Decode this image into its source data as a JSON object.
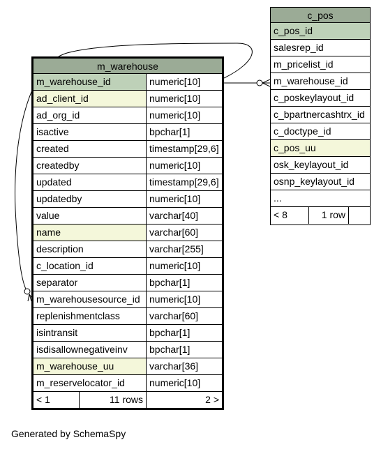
{
  "tables": {
    "m_warehouse": {
      "name": "m_warehouse",
      "columns": [
        {
          "name": "m_warehouse_id",
          "type": "numeric[10]",
          "kind": "pk"
        },
        {
          "name": "ad_client_id",
          "type": "numeric[10]",
          "kind": "index"
        },
        {
          "name": "ad_org_id",
          "type": "numeric[10]",
          "kind": ""
        },
        {
          "name": "isactive",
          "type": "bpchar[1]",
          "kind": ""
        },
        {
          "name": "created",
          "type": "timestamp[29,6]",
          "kind": ""
        },
        {
          "name": "createdby",
          "type": "numeric[10]",
          "kind": ""
        },
        {
          "name": "updated",
          "type": "timestamp[29,6]",
          "kind": ""
        },
        {
          "name": "updatedby",
          "type": "numeric[10]",
          "kind": ""
        },
        {
          "name": "value",
          "type": "varchar[40]",
          "kind": ""
        },
        {
          "name": "name",
          "type": "varchar[60]",
          "kind": "index"
        },
        {
          "name": "description",
          "type": "varchar[255]",
          "kind": ""
        },
        {
          "name": "c_location_id",
          "type": "numeric[10]",
          "kind": ""
        },
        {
          "name": "separator",
          "type": "bpchar[1]",
          "kind": ""
        },
        {
          "name": "m_warehousesource_id",
          "type": "numeric[10]",
          "kind": ""
        },
        {
          "name": "replenishmentclass",
          "type": "varchar[60]",
          "kind": ""
        },
        {
          "name": "isintransit",
          "type": "bpchar[1]",
          "kind": ""
        },
        {
          "name": "isdisallownegativeinv",
          "type": "bpchar[1]",
          "kind": ""
        },
        {
          "name": "m_warehouse_uu",
          "type": "varchar[36]",
          "kind": "index"
        },
        {
          "name": "m_reservelocator_id",
          "type": "numeric[10]",
          "kind": ""
        }
      ],
      "footer": {
        "parents": "< 1",
        "rows": "11 rows",
        "children": "2 >"
      }
    },
    "c_pos": {
      "name": "c_pos",
      "columns": [
        {
          "name": "c_pos_id",
          "kind": "pk"
        },
        {
          "name": "salesrep_id",
          "kind": ""
        },
        {
          "name": "m_pricelist_id",
          "kind": ""
        },
        {
          "name": "m_warehouse_id",
          "kind": ""
        },
        {
          "name": "c_poskeylayout_id",
          "kind": ""
        },
        {
          "name": "c_bpartnercashtrx_id",
          "kind": ""
        },
        {
          "name": "c_doctype_id",
          "kind": ""
        },
        {
          "name": "c_pos_uu",
          "kind": "index"
        },
        {
          "name": "osk_keylayout_id",
          "kind": ""
        },
        {
          "name": "osnp_keylayout_id",
          "kind": ""
        },
        {
          "name": "...",
          "kind": ""
        }
      ],
      "footer": {
        "parents": "< 8",
        "rows": "1 row",
        "children": ""
      }
    }
  },
  "colors": {
    "header": "#9bab96",
    "primary_key": "#bed1b8",
    "indexed": "#f4f7da"
  },
  "generated_by": "Generated by SchemaSpy"
}
